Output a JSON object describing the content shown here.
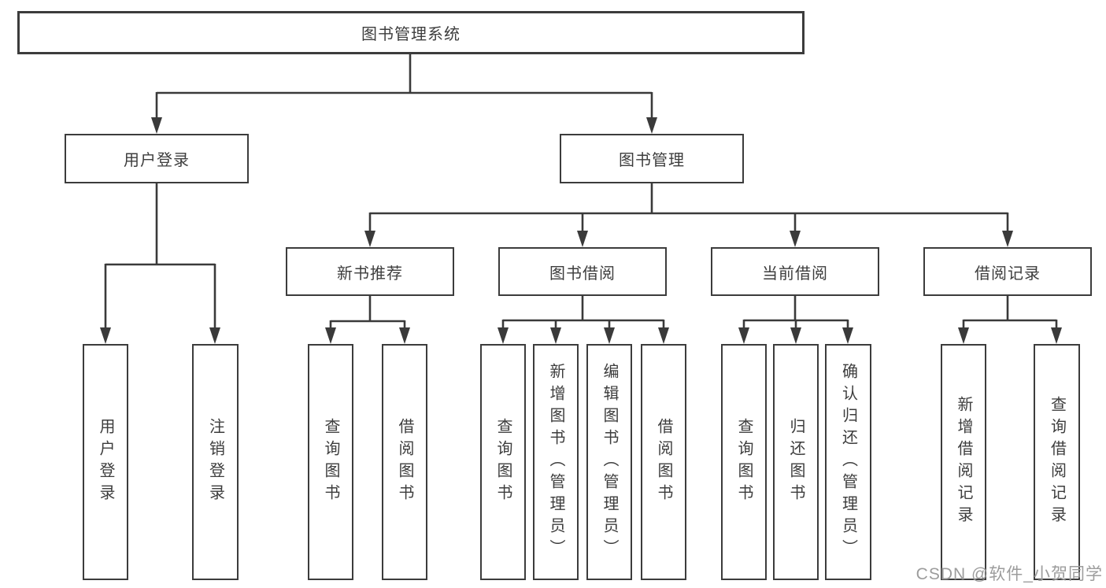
{
  "diagram": {
    "type": "functional-decomposition-tree",
    "root": "图书管理系统",
    "level2": {
      "user_login": "用户登录",
      "book_mgmt": "图书管理"
    },
    "level3": {
      "new_books": "新书推荐",
      "book_borrow": "图书借阅",
      "current_borrow": "当前借阅",
      "borrow_records": "借阅记录"
    },
    "leaves": {
      "user_login": [
        "用户登录",
        "注销登录"
      ],
      "new_books": [
        "查询图书",
        "借阅图书"
      ],
      "book_borrow": [
        "查询图书",
        "新增图书（管理员）",
        "编辑图书（管理员）",
        "借阅图书"
      ],
      "current_borrow": [
        "查询图书",
        "归还图书",
        "确认归还（管理员）"
      ],
      "borrow_records": [
        "新增借阅记录",
        "查询借阅记录"
      ]
    }
  },
  "watermark": "CSDN @软件_小贺同学",
  "colors": {
    "line": "#3a3a3a",
    "box_border": "#3c3c3c",
    "text": "#3d3d3d",
    "background": "#ffffff",
    "watermark": "#949494"
  }
}
